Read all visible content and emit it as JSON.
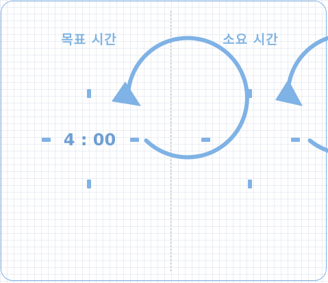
{
  "target_time": {
    "title": "목표 시간",
    "value": "4 : 00"
  },
  "elapsed_time": {
    "title": "소요 시간",
    "value": ""
  },
  "colors": {
    "accent": "#7fb2e5",
    "title_text": "#82b4e2",
    "time_text": "#6e9fd3",
    "divider": "#b9bec6",
    "border": "#7fb2e5"
  },
  "icons": {
    "clock_arrow": "clockwise-arrow-icon",
    "tick_marks": "clock-tick-icon"
  }
}
